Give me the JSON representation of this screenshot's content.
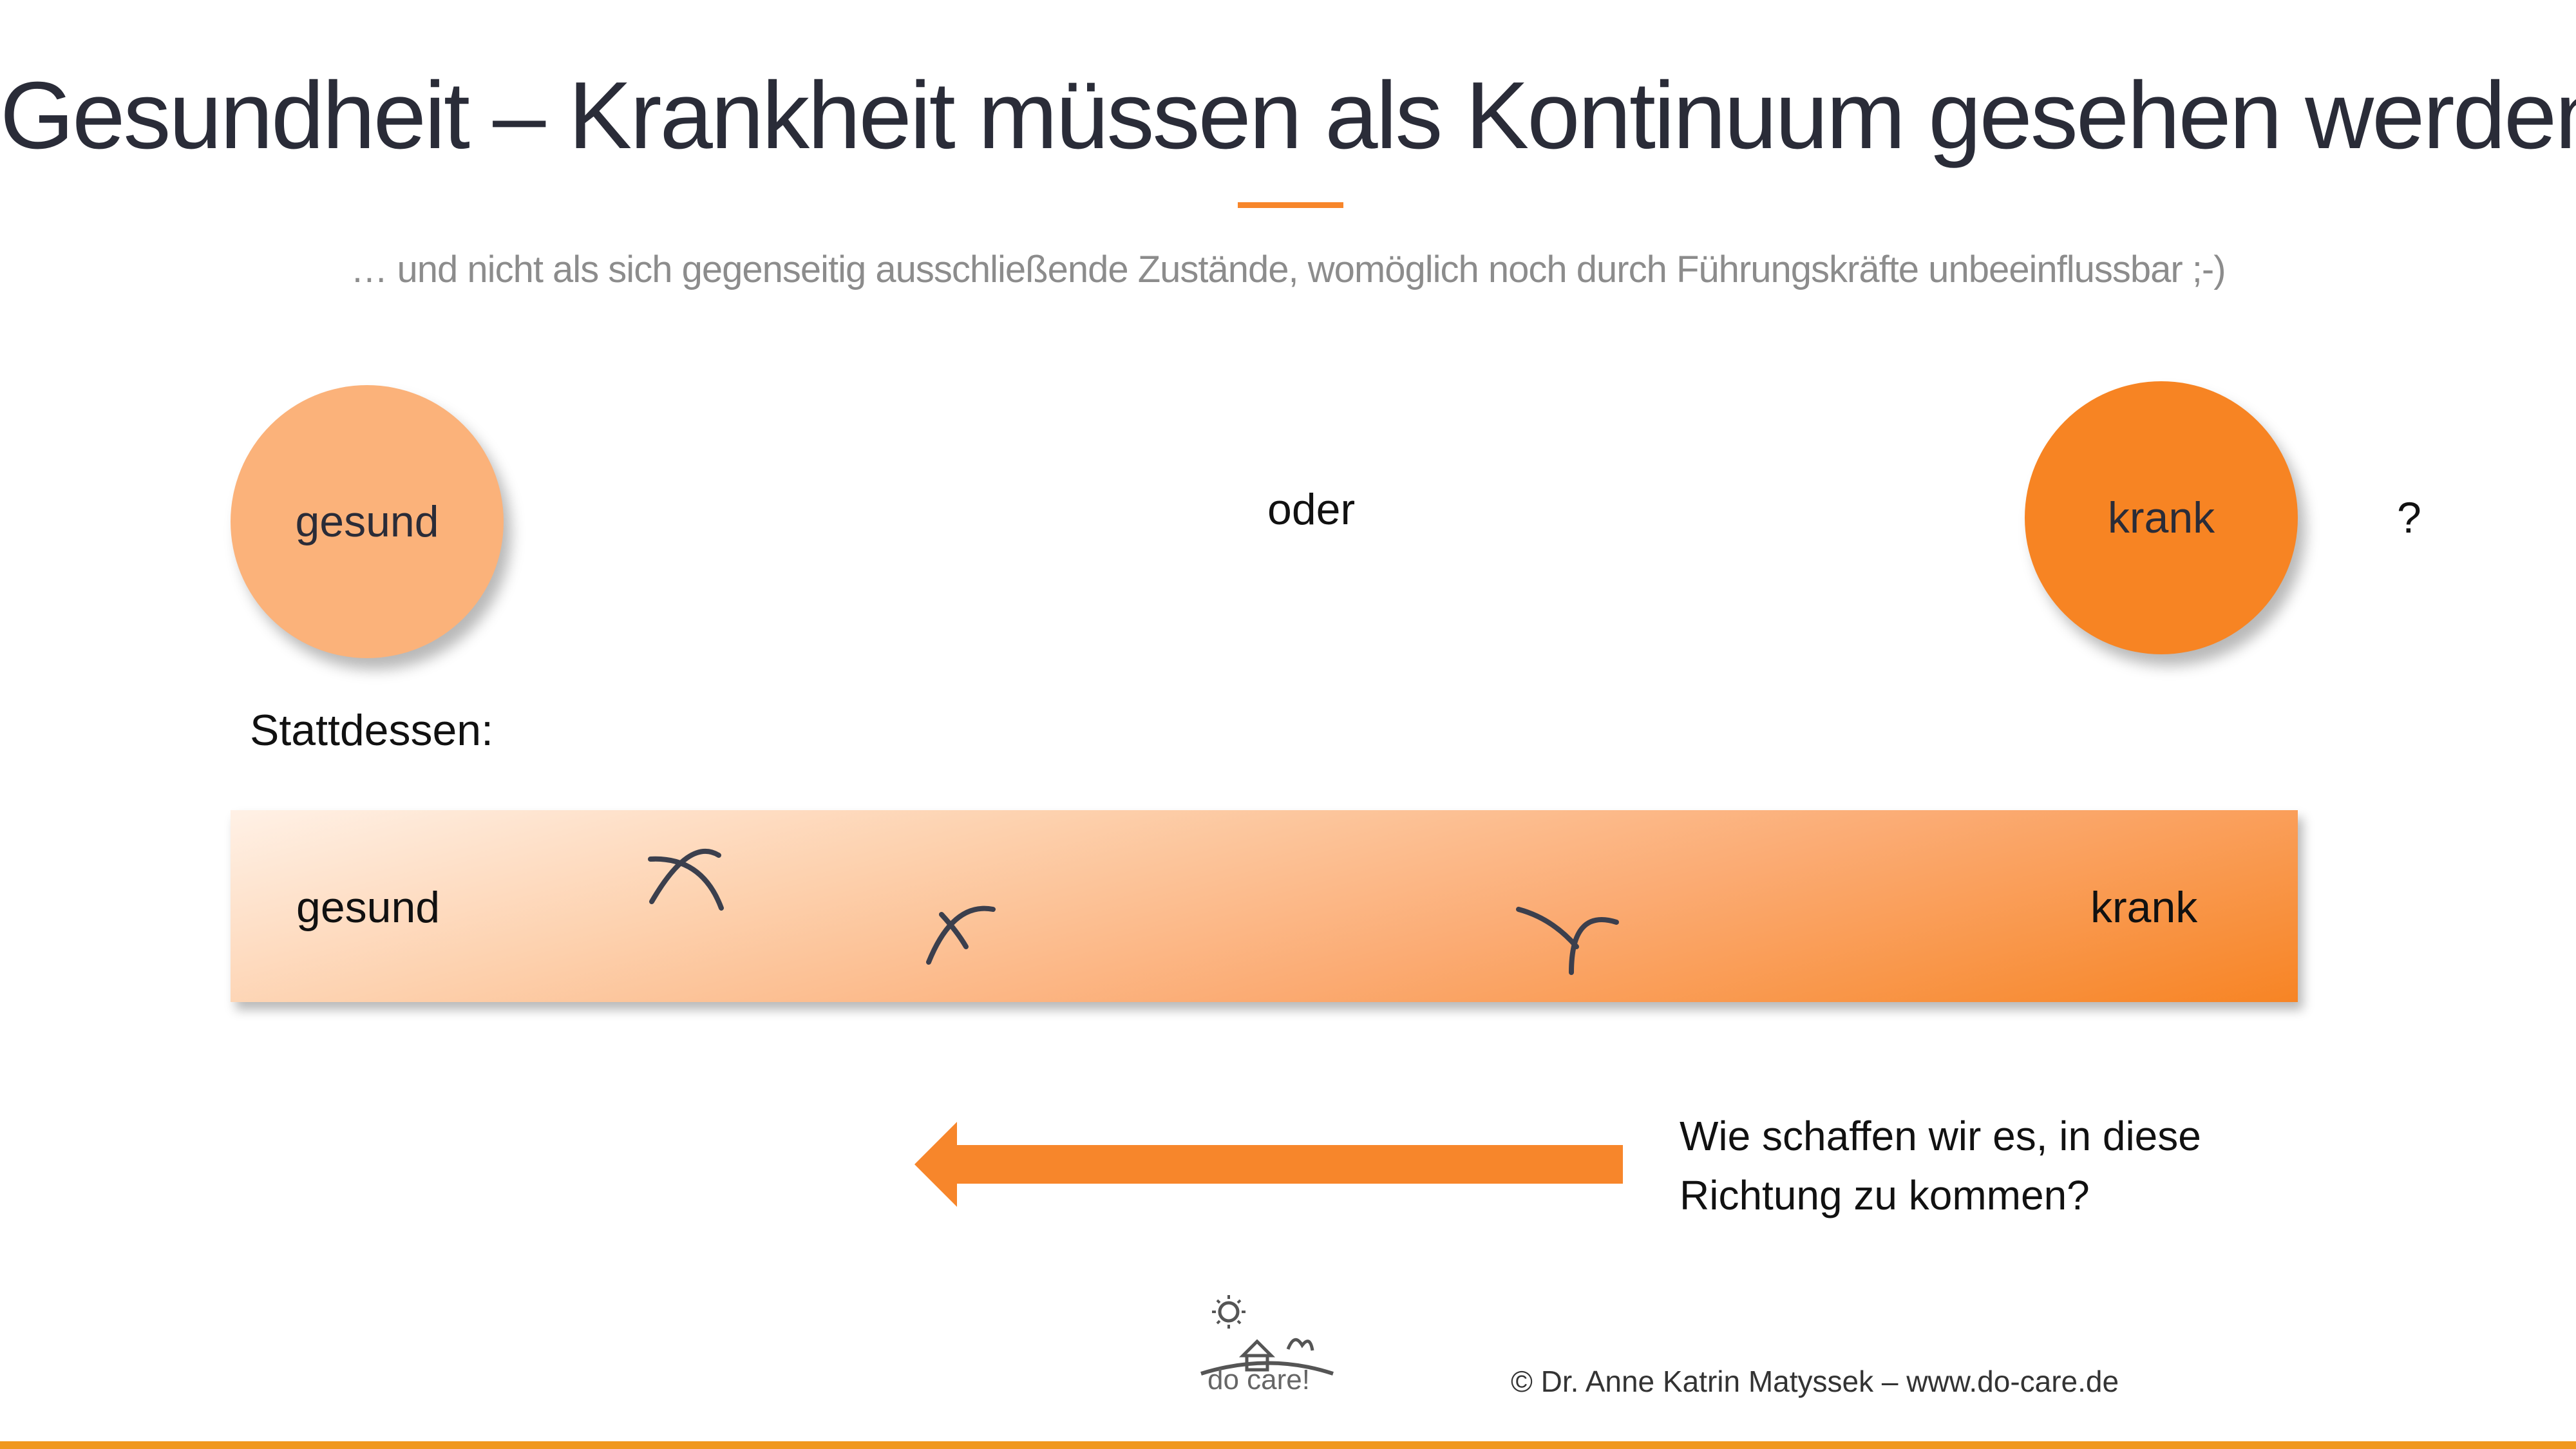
{
  "slide": {
    "title": "Gesundheit – Krankheit müssen als Kontinuum gesehen werden",
    "subtitle": "… und nicht als sich gegenseitig ausschließende Zustände, womöglich noch durch Führungskräfte unbeeinflussbar ;-)"
  },
  "either_or": {
    "left_circle": "gesund",
    "connector": "oder",
    "right_circle": "krank",
    "question_mark": "?"
  },
  "instead": {
    "label": "Stattdessen:",
    "bar_left": "gesund",
    "bar_right": "krank"
  },
  "direction": {
    "question_line1": "Wie schaffen wir es, in diese",
    "question_line2": "Richtung zu kommen?"
  },
  "footer": {
    "logo_text": "do care!",
    "copyright": "© Dr. Anne Katrin Matyssek – www.do-care.de"
  },
  "colors": {
    "accent": "#f7862b",
    "light_orange": "#fbb27a",
    "title": "#2a2c38",
    "subtitle": "#8c8c8c"
  },
  "icons": [
    "marker-icon",
    "arrow-left-icon",
    "do-care-logo-icon"
  ]
}
